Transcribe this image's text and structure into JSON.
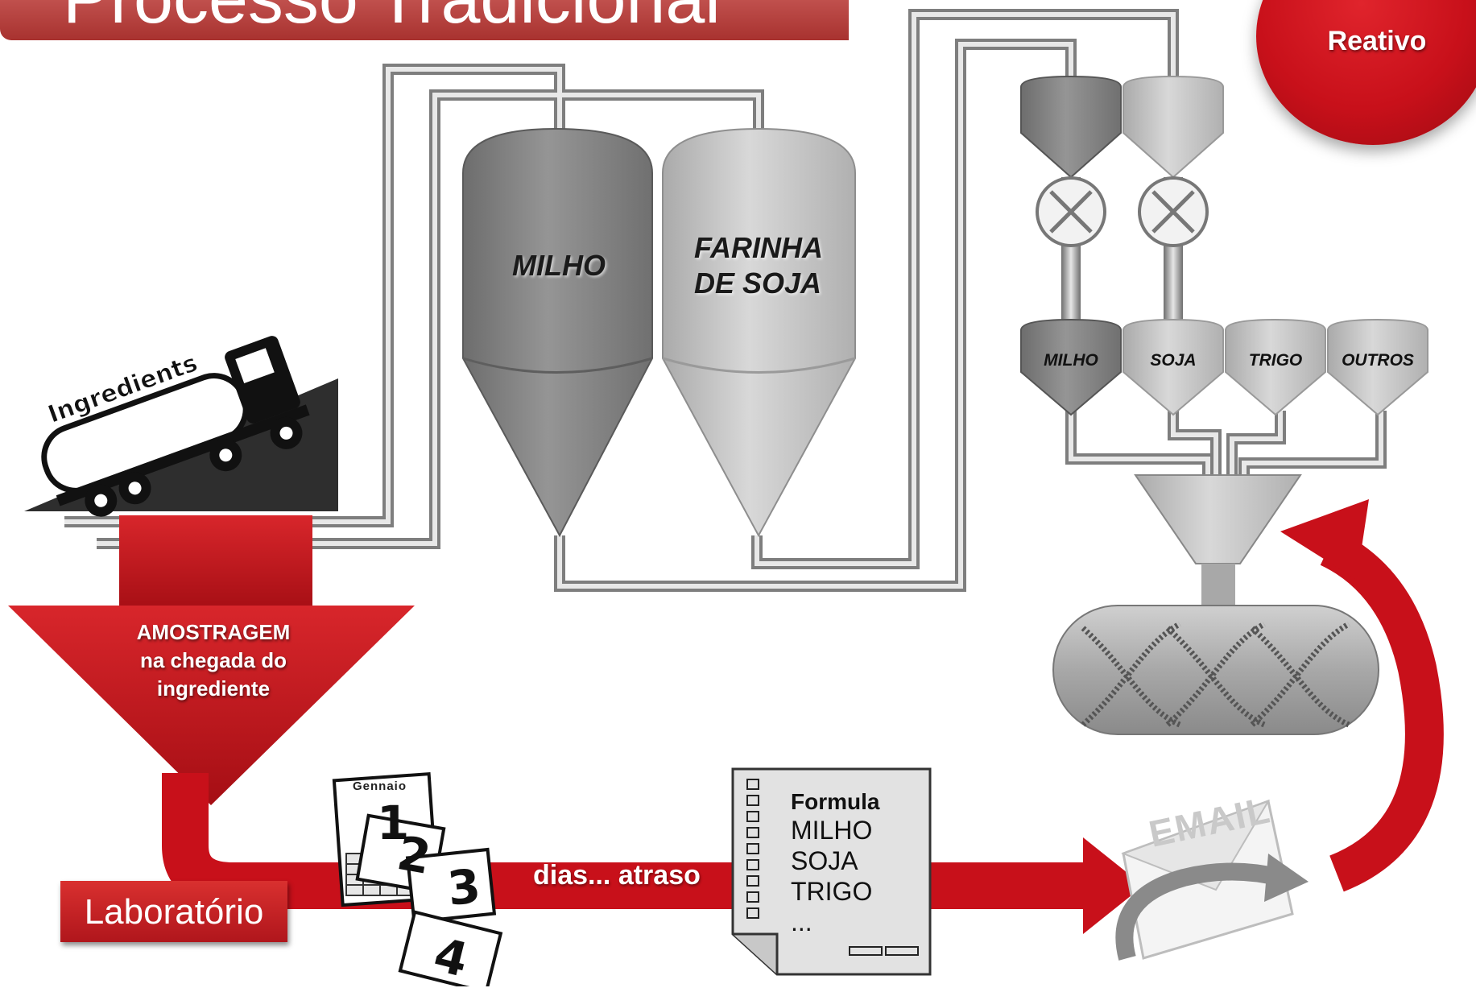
{
  "title": "Processo Tradicional",
  "badge": {
    "text": "Reativo",
    "color": "#c8101a"
  },
  "truck": {
    "label": "Ingredients"
  },
  "silos": [
    {
      "label_line1": "MILHO",
      "label_line2": "",
      "color": "#8a8a8a"
    },
    {
      "label_line1": "FARINHA",
      "label_line2": "DE SOJA",
      "color": "#c4c4c4"
    }
  ],
  "bins": [
    "MILHO",
    "SOJA",
    "TRIGO",
    "OUTROS"
  ],
  "sampling": {
    "line1": "AMOSTRAGEM",
    "line2": "na chegada do",
    "line3": "ingrediente"
  },
  "lab": {
    "label": "Laboratório"
  },
  "calendar": {
    "month": "Gennaio",
    "numbers": [
      "1",
      "2",
      "3",
      "4"
    ]
  },
  "delay": {
    "text": "dias... atraso"
  },
  "formula": {
    "title": "Formula",
    "items": [
      "MILHO",
      "SOJA",
      "TRIGO",
      "..."
    ]
  },
  "email": {
    "label": "EMAIL"
  },
  "colors": {
    "accent_red": "#c8101a",
    "pipe_gray": "#9a9a9a",
    "dark_gray": "#7a7a7a",
    "light_gray": "#c8c8c8"
  }
}
